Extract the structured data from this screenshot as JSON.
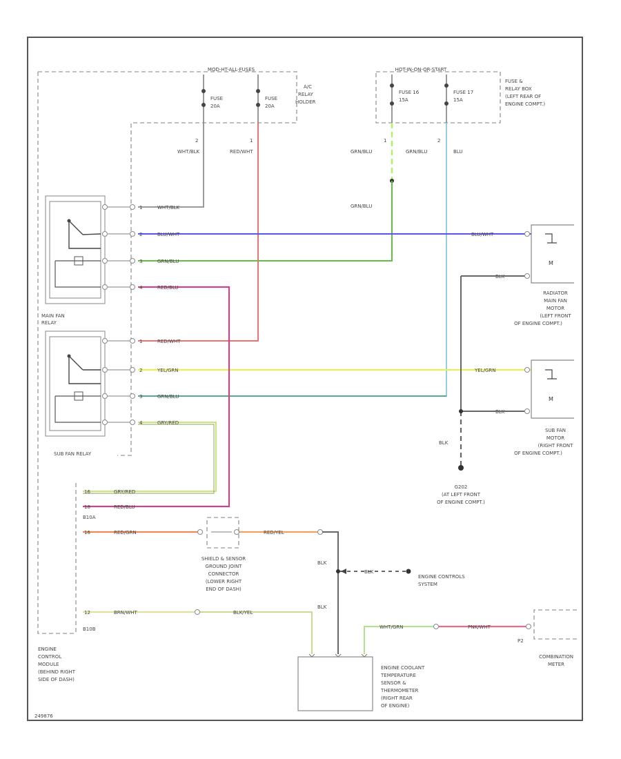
{
  "colors": {
    "wht_blk": "#9a9a9a",
    "red_wht": "#f07070",
    "grn_blu": "#66bb44",
    "grn_yel": "#aef06a",
    "blu": "#9ccbe0",
    "blu_wht": "#5555ee",
    "red_blu": "#cc4488",
    "yel_grn": "#e8f05a",
    "grn_wht": "#55aa88",
    "gry_red": "#cfe08a",
    "red_grn": "#ee8855",
    "brn_wht": "#dde0a0",
    "pnk_wht": "#e86a8a",
    "blk": "#666666"
  },
  "labels": {
    "fuse_box_left": "MOD-HT-ALL-FUSES",
    "fuse_left_1": "FUSE",
    "fuse_left_1_amp": "20A",
    "fuse_left_2": "FUSE",
    "fuse_left_2_amp": "20A",
    "ac_relay_holder_1": "A/C",
    "ac_relay_holder_2": "RELAY",
    "ac_relay_holder_3": "HOLDER",
    "fuse_box_right": "HOT-IN-ON-OR-START",
    "fuse_16": "FUSE 16",
    "fuse_16_amp": "15A",
    "fuse_17": "FUSE 17",
    "fuse_17_amp": "15A",
    "relay_box_1": "FUSE &",
    "relay_box_2": "RELAY BOX",
    "relay_box_3": "(LEFT REAR OF",
    "relay_box_4": "ENGINE COMPT.)",
    "pin2_left": "2",
    "pin1_left": "1",
    "pin1_right": "1",
    "pin2_right": "2",
    "w_wht_blk_top": "WHT/BLK",
    "w_red_wht_top": "RED/WHT",
    "w_grn_blu_top": "GRN/BLU",
    "w_grn_blu_top2": "GRN/BLU",
    "w_blu_top": "BLU",
    "w_grn_blu_mid": "GRN/BLU",
    "r1_p1": "1",
    "r1_p2": "2",
    "r1_p3": "3",
    "r1_p4": "4",
    "w_r1_1": "WHT/BLK",
    "w_r1_2": "BLU/WHT",
    "w_r1_3": "GRN/BLU",
    "w_r1_4": "RED/BLU",
    "main_relay_1": "MAIN FAN",
    "main_relay_2": "RELAY",
    "r2_p1": "1",
    "r2_p2": "2",
    "r2_p3": "3",
    "r2_p4": "4",
    "w_r2_1": "RED/WHT",
    "w_r2_2": "YEL/GRN",
    "w_r2_3": "GRN/BLU",
    "w_r2_4": "GRY/RED",
    "sub_relay": "SUB FAN RELAY",
    "w_rad_1": "BLU/WHT",
    "w_rad_2": "BLK",
    "rad_1": "RADIATOR",
    "rad_2": "MAIN FAN",
    "rad_3": "MOTOR",
    "rad_4": "(LEFT FRONT",
    "rad_5": "OF ENGINE COMPT.)",
    "w_sub_1": "YEL/GRN",
    "w_sub_2": "BLK",
    "sub_1": "SUB FAN",
    "sub_2": "MOTOR",
    "sub_3": "(RIGHT FRONT",
    "sub_4": "OF ENGINE COMPT.)",
    "w_blk_ground": "BLK",
    "g_1": "G202",
    "g_2": "(AT LEFT FRONT",
    "g_3": "OF ENGINE COMPT.)",
    "ecm_p1": "16",
    "ecm_p2": "18",
    "ecm_conn": "B10A",
    "w_ecm_1": "GRY/RED",
    "w_ecm_2": "RED/BLU",
    "ecm_p3": "16",
    "w_ecm_3": "RED/GRN",
    "w_ecm_3b": "RED/YEL",
    "shield_1": "SHIELD & SENSOR",
    "shield_2": "GROUND JOINT",
    "shield_3": "CONNECTOR",
    "shield_4": "(LOWER RIGHT",
    "shield_5": "END OF DASH)",
    "w_blk_a": "BLK",
    "w_blk_b": "BLK",
    "w_see": "BLK",
    "eng_ctrl_1": "ENGINE CONTROLS",
    "eng_ctrl_2": "SYSTEM",
    "ecm_p4": "12",
    "ecm_conn2": "B10B",
    "w_ecm_4": "BRN/WHT",
    "w_ecm_4b": "BLK/YEL",
    "ecm_1": "ENGINE",
    "ecm_2": "CONTROL",
    "ecm_3": "MODULE",
    "ecm_4": "(BEHIND RIGHT",
    "ecm_5": "SIDE OF DASH)",
    "w_wht_grn": "WHT/GRN",
    "w_pnk_wht": "PNK/WHT",
    "meter_pin": "P2",
    "meter_1": "COMBINATION",
    "meter_2": "METER",
    "ect_1": "ENGINE COOLANT",
    "ect_2": "TEMPERATURE",
    "ect_3": "SENSOR &",
    "ect_4": "THERMOMETER",
    "ect_5": "(RIGHT REAR",
    "ect_6": "OF ENGINE)",
    "footer": "249876"
  }
}
